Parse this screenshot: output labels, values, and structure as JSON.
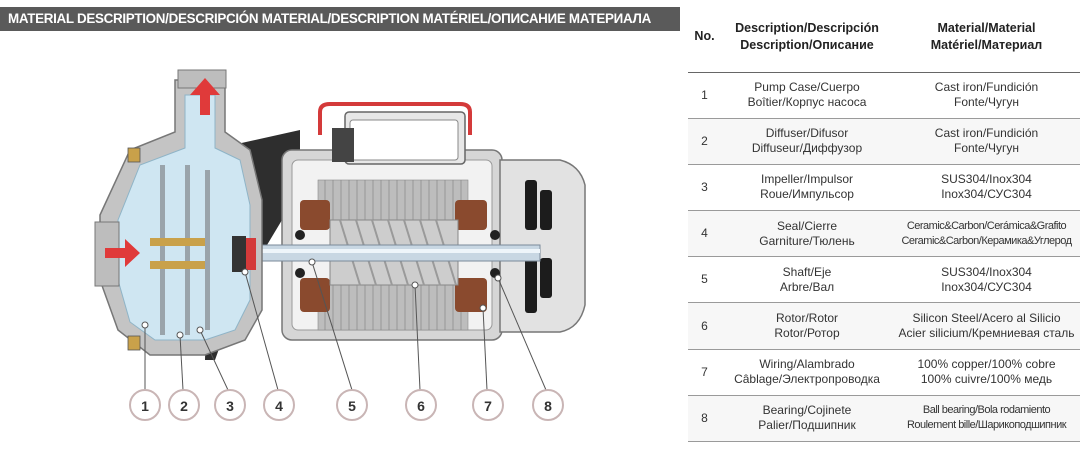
{
  "header": {
    "title": "MATERIAL DESCRIPTION/DESCRIPCIÓN MATERIAL/DESCRIPTION MATÉRIEL/ОПИСАНИЕ МАТЕРИАЛА"
  },
  "diagram": {
    "callouts": [
      "1",
      "2",
      "3",
      "4",
      "5",
      "6",
      "7",
      "8"
    ]
  },
  "table": {
    "headers": {
      "no": "No.",
      "description": [
        "Description/Descripción",
        "Description/Описание"
      ],
      "material": [
        "Material/Material",
        "Matériel/Материал"
      ]
    },
    "rows": [
      {
        "no": "1",
        "description": [
          "Pump Case/Cuerpo",
          "Boîtier/Корпус насоса"
        ],
        "material": [
          "Cast iron/Fundición",
          "Fonte/Чугун"
        ]
      },
      {
        "no": "2",
        "description": [
          "Diffuser/Difusor",
          "Diffuseur/Диффузор"
        ],
        "material": [
          "Cast iron/Fundición",
          "Fonte/Чугун"
        ]
      },
      {
        "no": "3",
        "description": [
          "Impeller/Impulsor",
          "Roue/Импульсор"
        ],
        "material": [
          "SUS304/Inox304",
          "Inox304/СУС304"
        ]
      },
      {
        "no": "4",
        "description": [
          "Seal/Cierre",
          "Garniture/Тюлень"
        ],
        "material": [
          "Ceramic&Carbon/Cerámica&Grafito",
          "Ceramic&Carbon/Керамика&Углерод"
        ]
      },
      {
        "no": "5",
        "description": [
          "Shaft/Eje",
          "Arbre/Вал"
        ],
        "material": [
          "SUS304/Inox304",
          "Inox304/СУС304"
        ]
      },
      {
        "no": "6",
        "description": [
          "Rotor/Rotor",
          "Rotor/Ротор"
        ],
        "material": [
          "Silicon Steel/Acero al Silicio",
          "Acier silicium/Кремниевая сталь"
        ]
      },
      {
        "no": "7",
        "description": [
          "Wiring/Alambrado",
          "Câblage/Электропроводка"
        ],
        "material": [
          "100% copper/100% cobre",
          "100% cuivre/100% медь"
        ]
      },
      {
        "no": "8",
        "description": [
          "Bearing/Cojinete",
          "Palier/Подшипник"
        ],
        "material": [
          "Ball bearing/Bola rodamiento",
          "Roulement bille/Шарикоподшипник"
        ]
      }
    ]
  },
  "colors": {
    "header_bg": "#5a5a5a",
    "water": "#cfe6f2",
    "casing": "#c4c4c4",
    "arrow": "#e03a3a",
    "copper": "#8a4a2e",
    "brass": "#c9a14a"
  }
}
